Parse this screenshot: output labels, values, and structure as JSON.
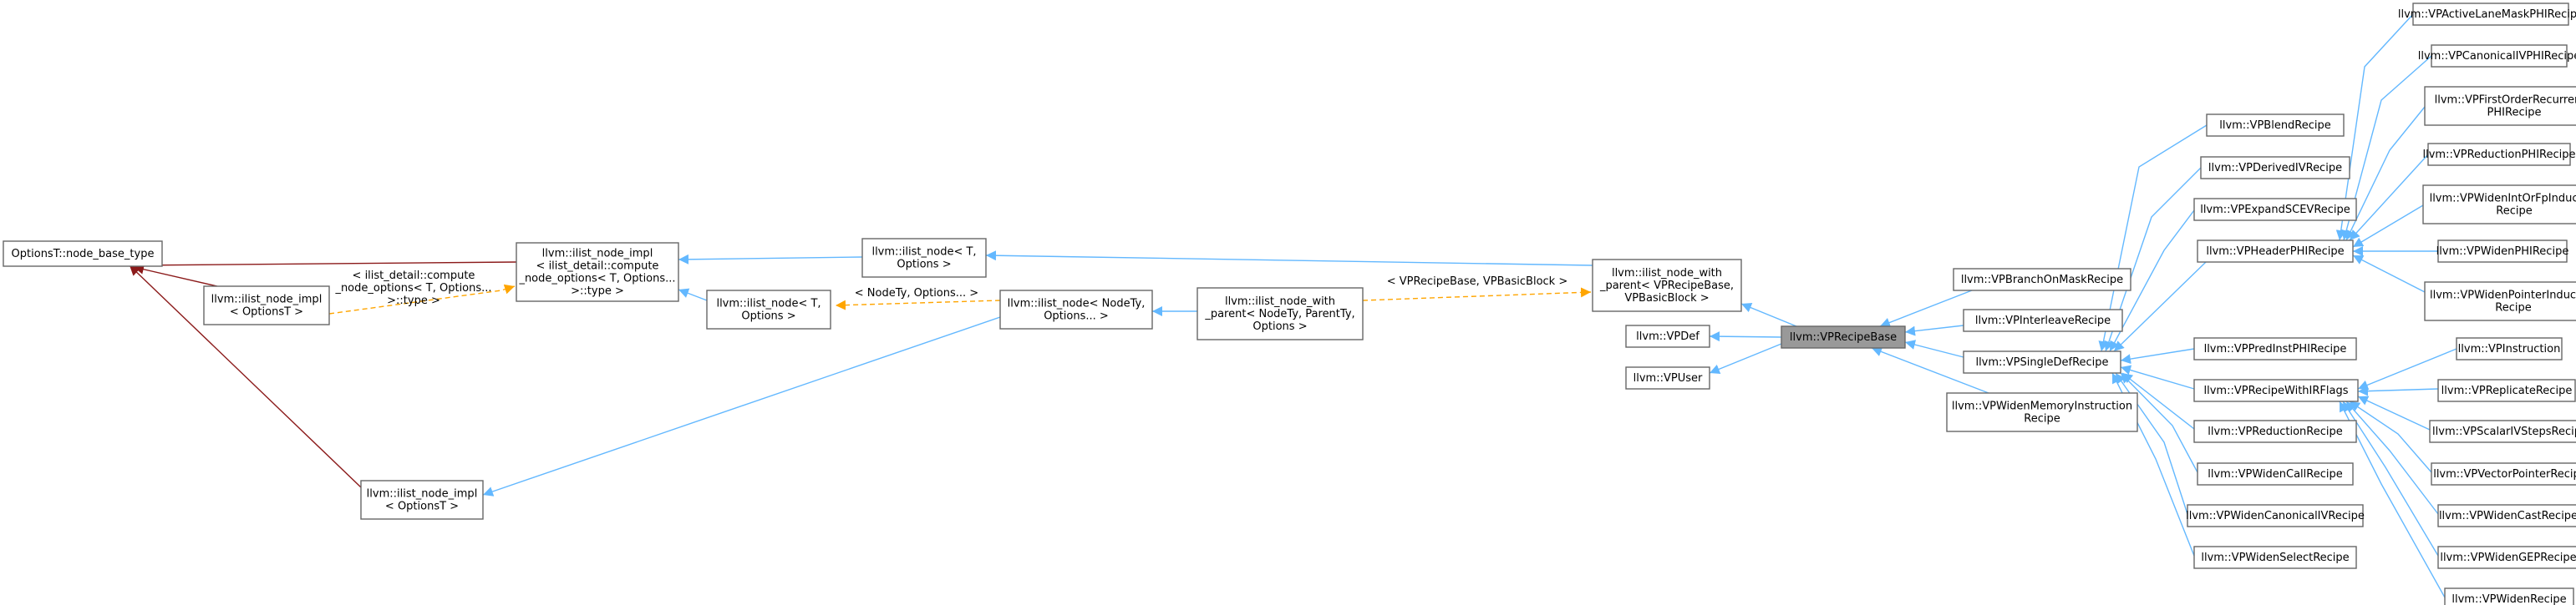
{
  "nodes": [
    {
      "id": "n_base",
      "label": [
        "OptionsT::node_base_type"
      ]
    },
    {
      "id": "n_impl1",
      "label": [
        "llvm::ilist_node_impl",
        "< OptionsT >"
      ]
    },
    {
      "id": "n_impl2",
      "label": [
        "llvm::ilist_node_impl",
        "< ilist_detail::compute",
        "_node_options< T, Options...",
        ">::type >"
      ]
    },
    {
      "id": "n_impl3",
      "label": [
        "llvm::ilist_node_impl",
        "< OptionsT >"
      ]
    },
    {
      "id": "n_node1",
      "label": [
        "llvm::ilist_node< T,",
        "Options >"
      ]
    },
    {
      "id": "n_node2",
      "label": [
        "llvm::ilist_node< T,",
        "Options >"
      ]
    },
    {
      "id": "n_node3",
      "label": [
        "llvm::ilist_node< NodeTy,",
        "Options... >"
      ]
    },
    {
      "id": "n_wp1",
      "label": [
        "llvm::ilist_node_with",
        "_parent< NodeTy, ParentTy,",
        "Options >"
      ]
    },
    {
      "id": "n_wp2",
      "label": [
        "llvm::ilist_node_with",
        "_parent< VPRecipeBase,",
        "VPBasicBlock >"
      ]
    },
    {
      "id": "n_vpdef",
      "label": [
        "llvm::VPDef"
      ]
    },
    {
      "id": "n_vpuser",
      "label": [
        "llvm::VPUser"
      ]
    },
    {
      "id": "n_rb",
      "label": [
        "llvm::VPRecipeBase"
      ],
      "highlight": true
    },
    {
      "id": "n_branch",
      "label": [
        "llvm::VPBranchOnMaskRecipe"
      ]
    },
    {
      "id": "n_interleave",
      "label": [
        "llvm::VPInterleaveRecipe"
      ]
    },
    {
      "id": "n_single",
      "label": [
        "llvm::VPSingleDefRecipe"
      ]
    },
    {
      "id": "n_wmem",
      "label": [
        "llvm::VPWidenMemoryInstruction",
        "Recipe"
      ]
    },
    {
      "id": "n_blend",
      "label": [
        "llvm::VPBlendRecipe"
      ]
    },
    {
      "id": "n_derived",
      "label": [
        "llvm::VPDerivedIVRecipe"
      ]
    },
    {
      "id": "n_expand",
      "label": [
        "llvm::VPExpandSCEVRecipe"
      ]
    },
    {
      "id": "n_header",
      "label": [
        "llvm::VPHeaderPHIRecipe"
      ]
    },
    {
      "id": "n_pred",
      "label": [
        "llvm::VPPredInstPHIRecipe"
      ]
    },
    {
      "id": "n_irflags",
      "label": [
        "llvm::VPRecipeWithIRFlags"
      ]
    },
    {
      "id": "n_reduction",
      "label": [
        "llvm::VPReductionRecipe"
      ]
    },
    {
      "id": "n_wcall",
      "label": [
        "llvm::VPWidenCallRecipe"
      ]
    },
    {
      "id": "n_wcanon",
      "label": [
        "llvm::VPWidenCanonicalIVRecipe"
      ]
    },
    {
      "id": "n_wselect",
      "label": [
        "llvm::VPWidenSelectRecipe"
      ]
    },
    {
      "id": "n_alm",
      "label": [
        "llvm::VPActiveLaneMaskPHIRecipe"
      ]
    },
    {
      "id": "n_canon",
      "label": [
        "llvm::VPCanonicalIVPHIRecipe"
      ]
    },
    {
      "id": "n_first",
      "label": [
        "llvm::VPFirstOrderRecurrence",
        "PHIRecipe"
      ]
    },
    {
      "id": "n_redphi",
      "label": [
        "llvm::VPReductionPHIRecipe"
      ]
    },
    {
      "id": "n_wint",
      "label": [
        "llvm::VPWidenIntOrFpInduction",
        "Recipe"
      ]
    },
    {
      "id": "n_wphi",
      "label": [
        "llvm::VPWidenPHIRecipe"
      ]
    },
    {
      "id": "n_wptr",
      "label": [
        "llvm::VPWidenPointerInduction",
        "Recipe"
      ]
    },
    {
      "id": "n_instr",
      "label": [
        "llvm::VPInstruction"
      ]
    },
    {
      "id": "n_repl",
      "label": [
        "llvm::VPReplicateRecipe"
      ]
    },
    {
      "id": "n_scalar",
      "label": [
        "llvm::VPScalarIVStepsRecipe"
      ]
    },
    {
      "id": "n_vecptr",
      "label": [
        "llvm::VPVectorPointerRecipe"
      ]
    },
    {
      "id": "n_wcast",
      "label": [
        "llvm::VPWidenCastRecipe"
      ]
    },
    {
      "id": "n_wgep",
      "label": [
        "llvm::VPWidenGEPRecipe"
      ]
    },
    {
      "id": "n_widen",
      "label": [
        "llvm::VPWidenRecipe"
      ]
    }
  ],
  "edges": [
    {
      "from": "n_impl1",
      "to": "n_base",
      "kind": "red"
    },
    {
      "from": "n_impl2",
      "to": "n_base",
      "kind": "red"
    },
    {
      "from": "n_impl3",
      "to": "n_base",
      "kind": "red"
    },
    {
      "from": "n_impl1",
      "to": "n_impl2",
      "kind": "template",
      "label": [
        "< ilist_detail::compute",
        "_node_options< T, Options...",
        ">::type >"
      ]
    },
    {
      "from": "n_node1",
      "to": "n_impl2",
      "kind": "blue"
    },
    {
      "from": "n_node2",
      "to": "n_impl2",
      "kind": "blue"
    },
    {
      "from": "n_node3",
      "to": "n_impl3",
      "kind": "blue"
    },
    {
      "from": "n_node2",
      "to": "n_node3",
      "kind": "template",
      "label": [
        "< NodeTy, Options... >"
      ]
    },
    {
      "from": "n_wp1",
      "to": "n_node3",
      "kind": "blue"
    },
    {
      "from": "n_wp2",
      "to": "n_node1",
      "kind": "blue"
    },
    {
      "from": "n_wp1",
      "to": "n_wp2",
      "kind": "template",
      "label": [
        "< VPRecipeBase, VPBasicBlock >"
      ]
    },
    {
      "from": "n_rb",
      "to": "n_wp2",
      "kind": "blue"
    },
    {
      "from": "n_rb",
      "to": "n_vpdef",
      "kind": "blue"
    },
    {
      "from": "n_rb",
      "to": "n_vpuser",
      "kind": "blue"
    },
    {
      "from": "n_branch",
      "to": "n_rb",
      "kind": "blue"
    },
    {
      "from": "n_interleave",
      "to": "n_rb",
      "kind": "blue"
    },
    {
      "from": "n_single",
      "to": "n_rb",
      "kind": "blue"
    },
    {
      "from": "n_wmem",
      "to": "n_rb",
      "kind": "blue"
    },
    {
      "from": "n_blend",
      "to": "n_single",
      "kind": "blue"
    },
    {
      "from": "n_derived",
      "to": "n_single",
      "kind": "blue"
    },
    {
      "from": "n_expand",
      "to": "n_single",
      "kind": "blue"
    },
    {
      "from": "n_header",
      "to": "n_single",
      "kind": "blue"
    },
    {
      "from": "n_pred",
      "to": "n_single",
      "kind": "blue"
    },
    {
      "from": "n_irflags",
      "to": "n_single",
      "kind": "blue"
    },
    {
      "from": "n_reduction",
      "to": "n_single",
      "kind": "blue"
    },
    {
      "from": "n_wcall",
      "to": "n_single",
      "kind": "blue"
    },
    {
      "from": "n_wcanon",
      "to": "n_single",
      "kind": "blue"
    },
    {
      "from": "n_wselect",
      "to": "n_single",
      "kind": "blue"
    },
    {
      "from": "n_alm",
      "to": "n_header",
      "kind": "blue"
    },
    {
      "from": "n_canon",
      "to": "n_header",
      "kind": "blue"
    },
    {
      "from": "n_first",
      "to": "n_header",
      "kind": "blue"
    },
    {
      "from": "n_redphi",
      "to": "n_header",
      "kind": "blue"
    },
    {
      "from": "n_wint",
      "to": "n_header",
      "kind": "blue"
    },
    {
      "from": "n_wphi",
      "to": "n_header",
      "kind": "blue"
    },
    {
      "from": "n_wptr",
      "to": "n_header",
      "kind": "blue"
    },
    {
      "from": "n_instr",
      "to": "n_irflags",
      "kind": "blue"
    },
    {
      "from": "n_repl",
      "to": "n_irflags",
      "kind": "blue"
    },
    {
      "from": "n_scalar",
      "to": "n_irflags",
      "kind": "blue"
    },
    {
      "from": "n_vecptr",
      "to": "n_irflags",
      "kind": "blue"
    },
    {
      "from": "n_wcast",
      "to": "n_irflags",
      "kind": "blue"
    },
    {
      "from": "n_wgep",
      "to": "n_irflags",
      "kind": "blue"
    },
    {
      "from": "n_widen",
      "to": "n_irflags",
      "kind": "blue"
    }
  ],
  "colors": {
    "inheritance": "#63b8ff",
    "base_inheritance": "#8b1a1a",
    "template_instance": "#ffa500",
    "highlight_fill": "#999999",
    "node_border": "#666666"
  }
}
